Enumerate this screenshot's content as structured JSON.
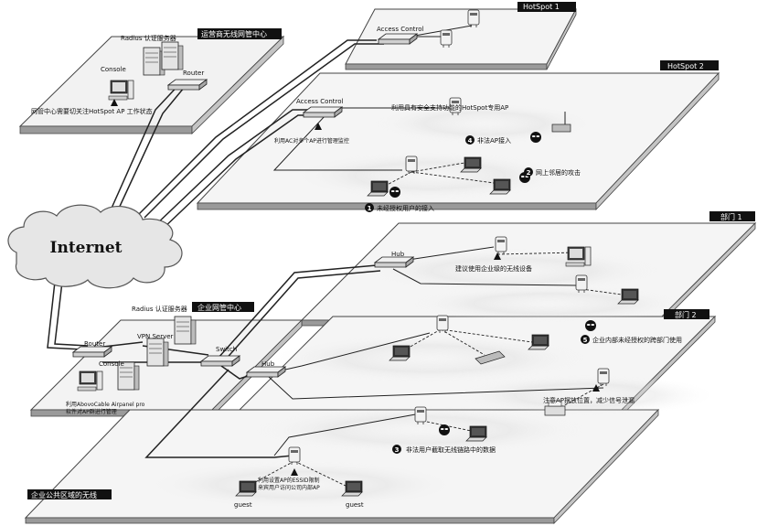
{
  "internet_label": "Internet",
  "isp_center": {
    "title": "运营商无线网管中心",
    "radius": "Radius 认证服务器",
    "console": "Console",
    "router": "Router",
    "note": "网管中心需要切关注HotSpot AP 工作状态"
  },
  "hotspot1": {
    "tag": "HotSpot 1",
    "access_control": "Access Control"
  },
  "hotspot2": {
    "tag": "HotSpot 2",
    "access_control": "Access Control",
    "secure_ap_note": "利用具有安全支持功能的HotSpot专用AP",
    "ac_monitor_note": "利用AC对多个AP进行管理监控",
    "threat4": "非法AP接入",
    "threat2": "网上邻居的攻击",
    "threat1": "未经授权用户的接入"
  },
  "dept1": {
    "tag": "部门 1",
    "hub": "Hub",
    "note": "建议使用企业级的无线设备"
  },
  "dept2": {
    "tag": "部门 2",
    "hub": "Hub",
    "threat5": "企业内部未经授权的跨部门使用",
    "placement_note": "注意AP摆放位置，减少信号泄漏"
  },
  "enterprise_center": {
    "title": "企业网管中心",
    "radius": "Radius 认证服务器",
    "vpn": "VPN Server",
    "router": "Router",
    "switch": "Switch",
    "console": "Console",
    "note_line1": "利用AbovoCable Airpanel pro",
    "note_line2": "软件对AP群进行管理"
  },
  "public_area": {
    "tag": "企业公共区域的无线",
    "threat3": "非法用户截取无线链路中的数据",
    "ssid_note_line1": "利用设置AP的ESSID限制",
    "ssid_note_line2": "来宾用户访问公司内部AP",
    "guest1": "guest",
    "guest2": "guest"
  },
  "badges": {
    "b1": "1",
    "b2": "2",
    "b3": "3",
    "b4": "4",
    "b5": "5"
  }
}
